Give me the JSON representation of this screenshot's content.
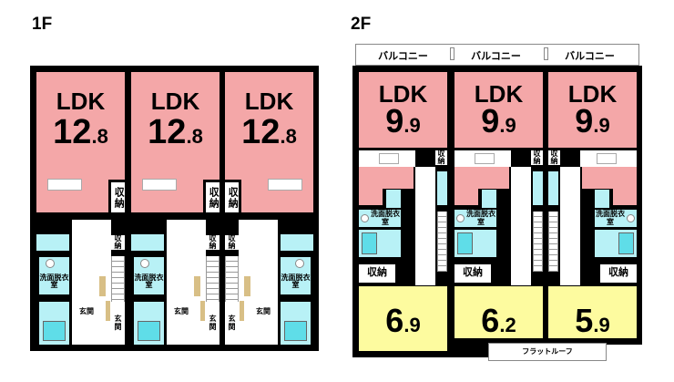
{
  "floors": [
    {
      "label": "1F",
      "units": [
        {
          "room": "LDK",
          "area_int": "12",
          "area_dec": ".8",
          "storage": "収納",
          "storage2": "収納",
          "washroom": "洗面脱衣室",
          "entrance": "玄関",
          "entrance2": "玄関"
        },
        {
          "room": "LDK",
          "area_int": "12",
          "area_dec": ".8",
          "storage": "収納",
          "storage2": "収納",
          "washroom": "洗面脱衣室",
          "entrance": "玄関",
          "entrance2": "玄関"
        },
        {
          "room": "LDK",
          "area_int": "12",
          "area_dec": ".8",
          "storage": "収納",
          "storage2": "収納",
          "washroom": "洗面脱衣室",
          "entrance": "玄関",
          "entrance2": "玄関"
        }
      ]
    },
    {
      "label": "2F",
      "balconies": [
        "バルコニー",
        "バルコニー",
        "バルコニー"
      ],
      "flat_roof": "フラットルーフ",
      "units": [
        {
          "room": "LDK",
          "area_int": "9",
          "area_dec": ".9",
          "storage": "収納",
          "washroom": "洗面脱衣室",
          "closet": "収納",
          "bedroom_int": "6",
          "bedroom_dec": ".9"
        },
        {
          "room": "LDK",
          "area_int": "9",
          "area_dec": ".9",
          "storage": "収納",
          "washroom": "洗面脱衣室",
          "closet": "収納",
          "bedroom_int": "6",
          "bedroom_dec": ".2"
        },
        {
          "room": "LDK",
          "area_int": "9",
          "area_dec": ".9",
          "storage": "収納",
          "washroom": "洗面脱衣室",
          "closet": "収納",
          "bedroom_int": "5",
          "bedroom_dec": ".9"
        }
      ]
    }
  ],
  "colors": {
    "ldk": "#f4a7a8",
    "wet": "#b8f1f6",
    "bedroom": "#fdfb9f",
    "wall": "#000000"
  }
}
